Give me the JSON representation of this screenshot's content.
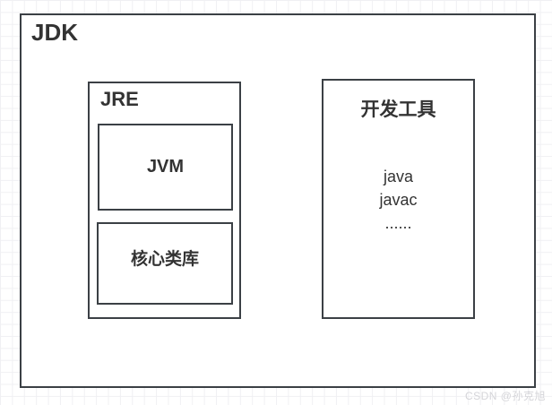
{
  "diagram": {
    "jdk": {
      "label": "JDK"
    },
    "jre": {
      "label": "JRE"
    },
    "jvm": {
      "label": "JVM"
    },
    "core_lib": {
      "label": "核心类库"
    },
    "dev_tools": {
      "title": "开发工具",
      "items": [
        "java",
        "javac",
        "......"
      ]
    }
  },
  "watermark": {
    "text": "CSDN @孙克旭"
  },
  "colors": {
    "background": "#ffffff",
    "grid_line": "#f0f0f3",
    "box_border": "#3b4045",
    "text": "#333333",
    "watermark": "#d4d4d8"
  }
}
